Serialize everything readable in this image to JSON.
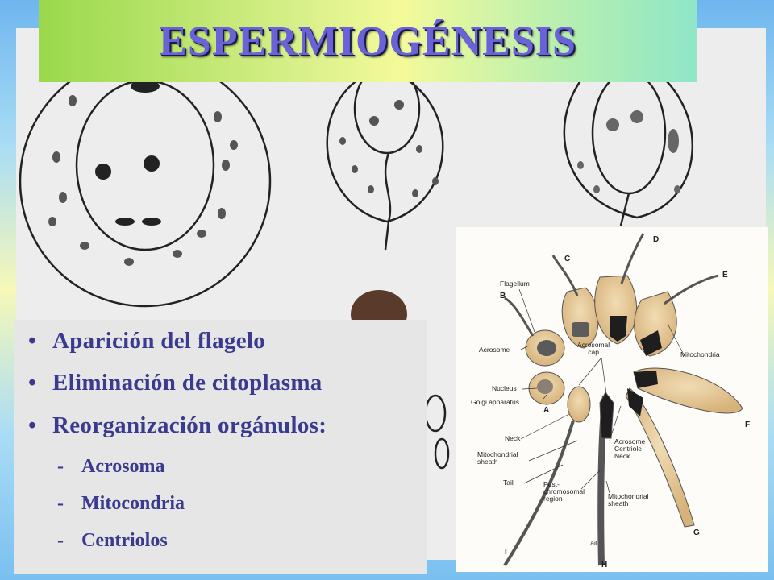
{
  "title": "ESPERMIOGÉNESIS",
  "bullets": [
    "Aparición del flagelo",
    "Eliminación de citoplasma",
    "Reorganización orgánulos:"
  ],
  "sub_items": [
    "Acrosoma",
    "Mitocondria",
    "Centriolos"
  ],
  "bullet_symbol": "•",
  "sub_symbol": "-",
  "diagram": {
    "labels": {
      "flagellum": "Flagellum",
      "acrosome": "Acrosome",
      "nucleus": "Nucleus",
      "golgi": "Golgi apparatus",
      "acrosomal_cap": "Acrosomal\ncap",
      "mitochondria": "Mitochondria",
      "neck_left": "Neck",
      "mito_sheath_left": "Mitochondrial\nsheath",
      "tail_left": "Tail",
      "post_chromosomal": "Post-\nchromosomal\nregion",
      "acrosome_centriole_neck": "Acrosome\nCentriole\nNeck",
      "mito_sheath_right": "Mitochondrial\nsheath",
      "tail_bottom": "Tail"
    },
    "stage_letters": [
      "A",
      "B",
      "C",
      "D",
      "E",
      "F",
      "G",
      "H",
      "I"
    ]
  },
  "colors": {
    "bullet_text": "#3a3a8f",
    "title_text": "#6a63d8",
    "cell_fill": "#e8cfa0",
    "nucleus_fill": "#1e1e1e"
  }
}
